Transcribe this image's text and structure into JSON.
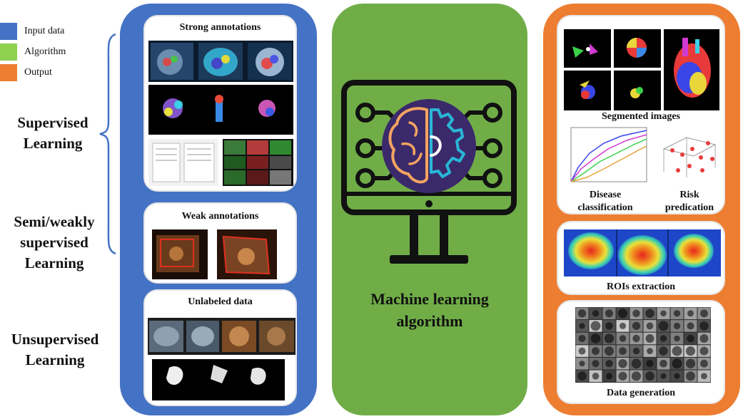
{
  "legend": [
    {
      "label": "Input data",
      "color": "#4472c4"
    },
    {
      "label": "Algorithm",
      "color": "#8fd14f"
    },
    {
      "label": "Output",
      "color": "#ed7d31"
    }
  ],
  "learning": {
    "supervised": [
      "Supervised",
      "Learning"
    ],
    "semi": [
      "Semi/weakly",
      "supervised",
      "Learning"
    ],
    "unsupervised": [
      "Unsupervised",
      "Learning"
    ]
  },
  "input": {
    "strong": "Strong annotations",
    "weak": "Weak annotations",
    "unlabeled": "Unlabeled data"
  },
  "algorithm": {
    "title": [
      "Machine learning",
      "algorithm"
    ]
  },
  "output": {
    "segmented": "Segmented images",
    "disease": [
      "Disease",
      "classification"
    ],
    "risk": [
      "Risk",
      "predication"
    ],
    "roi": "ROIs extraction",
    "generation": "Data generation"
  },
  "colors": {
    "input_panel": "#4472c4",
    "algorithm_panel": "#70ad47",
    "output_panel": "#ed7d31",
    "brace": "#4472c4",
    "monitor": "#111111",
    "circle": "#3b2a6b",
    "brain": "#f4a460",
    "gear": "#29b6d6"
  }
}
